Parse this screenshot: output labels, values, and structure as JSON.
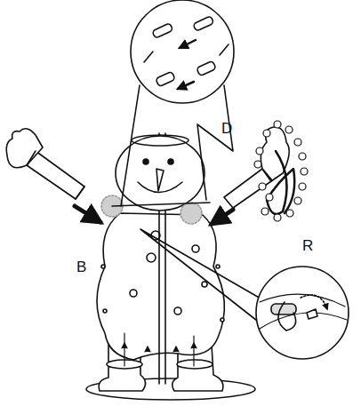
{
  "diagram": {
    "labels": [
      "B",
      "D",
      "R"
    ]
  }
}
